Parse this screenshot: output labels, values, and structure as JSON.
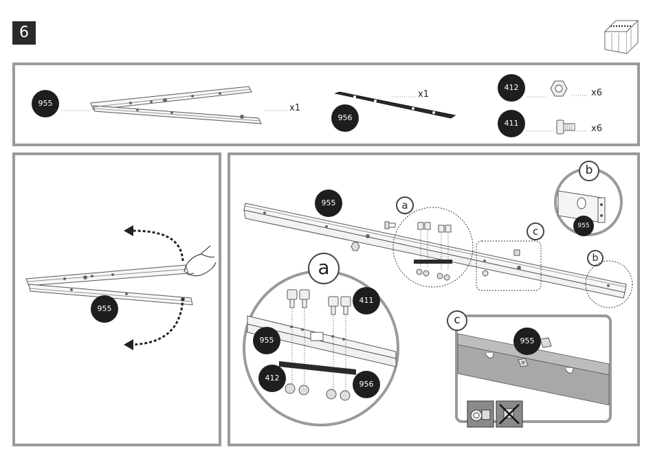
{
  "step": {
    "number": "6"
  },
  "parts": {
    "rail_955": {
      "code": "955",
      "qty": "x1"
    },
    "plate_956": {
      "code": "956",
      "qty": "x1"
    },
    "nut_412": {
      "code": "412",
      "qty": "x6"
    },
    "bolt_411": {
      "code": "411",
      "qty": "x6"
    }
  },
  "left_panel": {
    "badge": "955"
  },
  "main_panel": {
    "rail_badge": "955",
    "callouts": {
      "a": "a",
      "b": "b",
      "c": "c",
      "b2": "b"
    },
    "detail_a": {
      "label": "a",
      "bolt": "411",
      "rail": "955",
      "nut": "412",
      "plate": "956"
    },
    "detail_b": {
      "label": "b",
      "rail": "955"
    },
    "detail_c": {
      "label": "c",
      "rail": "955"
    }
  },
  "icons": [
    "greenhouse-icon",
    "bolt-icon",
    "nut-icon",
    "correct-icon",
    "incorrect-icon"
  ]
}
